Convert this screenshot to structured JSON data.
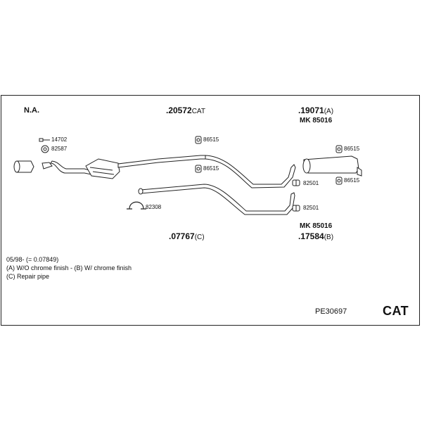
{
  "diagram": {
    "na_label": "N.A.",
    "parts": {
      "cat": {
        "number": ".20572",
        "suffix": "CAT"
      },
      "rear_a": {
        "number": ".19071",
        "suffix": "(A)"
      },
      "rear_a_mk": "MK 85016",
      "repair": {
        "number": ".07767",
        "suffix": "(C)"
      },
      "rear_b_mk": "MK 85016",
      "rear_b": {
        "number": ".17584",
        "suffix": "(B)"
      }
    },
    "small_parts": {
      "p14702": "14702",
      "p82587": "82587",
      "p82308": "82308",
      "p86515_a": "86515",
      "p86515_b": "86515",
      "p86515_c": "86515",
      "p86515_d": "86515",
      "p82501_a": "82501",
      "p82501_b": "82501"
    },
    "notes": [
      "05/98- (= 0.07849)",
      "(A)  W/O chrome finish - (B) W/ chrome finish",
      "(C) Repair pipe"
    ],
    "ref_code": "PE30697",
    "badge": "CAT"
  }
}
